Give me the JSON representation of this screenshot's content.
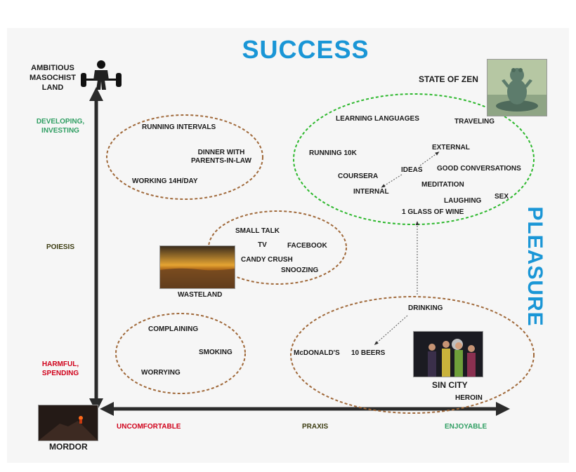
{
  "header": {
    "title": "SUCCESS",
    "side_title": "PLEASURE"
  },
  "corners": {
    "top_left": "AMBITIOUS\nMASOCHIST\nLAND",
    "top_right": "STATE OF ZEN",
    "wasteland": "WASTELAND",
    "sin_city": "SIN CITY",
    "bottom_left": "MORDOR"
  },
  "y_axis": {
    "top": "DEVELOPING,\nINVESTING",
    "middle": "POIESIS",
    "bottom": "HARMFUL,\nSPENDING"
  },
  "x_axis": {
    "left": "UNCOMFORTABLE",
    "middle": "PRAXIS",
    "right": "ENJOYABLE"
  },
  "clusters": {
    "masochist": [
      "RUNNING INTERVALS",
      "DINNER WITH\nPARENTS-IN-LAW",
      "WORKING 14H/DAY"
    ],
    "zen": [
      "LEARNING LANGUAGES",
      "TRAVELING",
      "EXTERNAL",
      "RUNNING 10K",
      "IDEAS",
      "GOOD CONVERSATIONS",
      "COURSERA",
      "INTERNAL",
      "MEDITATION",
      "LAUGHING",
      "SEX",
      "1 GLASS OF WINE"
    ],
    "wasteland": [
      "SMALL TALK",
      "TV",
      "FACEBOOK",
      "CANDY CRUSH",
      "SNOOZING"
    ],
    "mordor": [
      "COMPLAINING",
      "SMOKING",
      "WORRYING"
    ],
    "sin_city": [
      "DRINKING",
      "McDONALD'S",
      "10 BEERS",
      "HEROIN"
    ]
  },
  "colors": {
    "title_blue": "#1a96d6",
    "good_green": "#2f9e62",
    "bad_red": "#d0021b",
    "neutral_olive": "#3d3d12",
    "ellipse_brown": "#a0693a",
    "ellipse_green": "#2db82d"
  },
  "icons": {
    "weightlifter": "weightlifter-icon",
    "zen_frog": "zen-frog-image",
    "wasteland": "desert-image",
    "sin_city": "party-image",
    "mordor": "volcano-image"
  }
}
